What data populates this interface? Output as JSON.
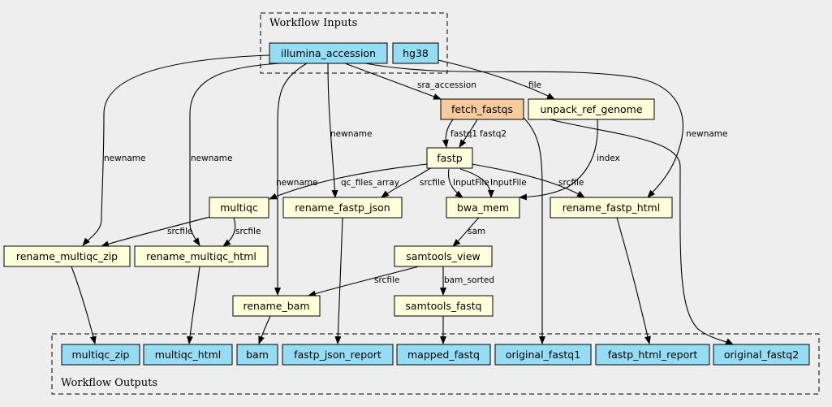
{
  "clusters": {
    "inputs_label": "Workflow Inputs",
    "outputs_label": "Workflow Outputs"
  },
  "colors": {
    "io_node": "#94ddf4",
    "step_node": "#ffffd9",
    "highlight_node": "#f7cb9e",
    "background": "#eeeeee"
  },
  "nodes": {
    "illumina_accession": "illumina_accession",
    "hg38": "hg38",
    "fetch_fastqs": "fetch_fastqs",
    "unpack_ref_genome": "unpack_ref_genome",
    "fastp": "fastp",
    "multiqc": "multiqc",
    "rename_fastp_json": "rename_fastp_json",
    "bwa_mem": "bwa_mem",
    "rename_fastp_html": "rename_fastp_html",
    "rename_multiqc_zip": "rename_multiqc_zip",
    "rename_multiqc_html": "rename_multiqc_html",
    "samtools_view": "samtools_view",
    "rename_bam": "rename_bam",
    "samtools_fastq": "samtools_fastq",
    "multiqc_zip": "multiqc_zip",
    "multiqc_html": "multiqc_html",
    "bam": "bam",
    "fastp_json_report": "fastp_json_report",
    "mapped_fastq": "mapped_fastq",
    "original_fastq1": "original_fastq1",
    "fastp_html_report": "fastp_html_report",
    "original_fastq2": "original_fastq2"
  },
  "edges": {
    "sra_accession": "sra_accession",
    "file": "file",
    "newname_json": "newname",
    "newname_zip": "newname",
    "newname_html": "newname",
    "newname_bam": "newname",
    "newname_fastp_html": "newname",
    "fastq1": "fastq1",
    "fastq2": "fastq2",
    "index": "index",
    "qc_files_array": "qc_files_array",
    "srcfile_json": "srcfile",
    "inputfile_1": "InputFile",
    "inputfile_2": "InputFile",
    "srcfile_fastp_html": "srcfile",
    "srcfile_zip": "srcfile",
    "srcfile_mqc_html": "srcfile",
    "sam": "sam",
    "srcfile_bam": "srcfile",
    "bam_sorted": "bam_sorted"
  }
}
